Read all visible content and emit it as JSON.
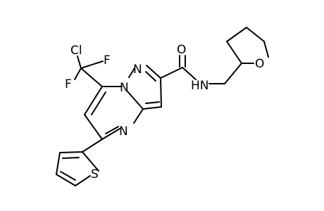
{
  "atoms": {
    "cl": "Cl",
    "f1": "F",
    "f2": "F",
    "n_pyrazole_1": "N",
    "n_pyrazole_2": "N",
    "n_pyrimidine": "N",
    "o_carbonyl": "O",
    "nh": "HN",
    "o_thf": "O",
    "s_thiophene": "S"
  }
}
